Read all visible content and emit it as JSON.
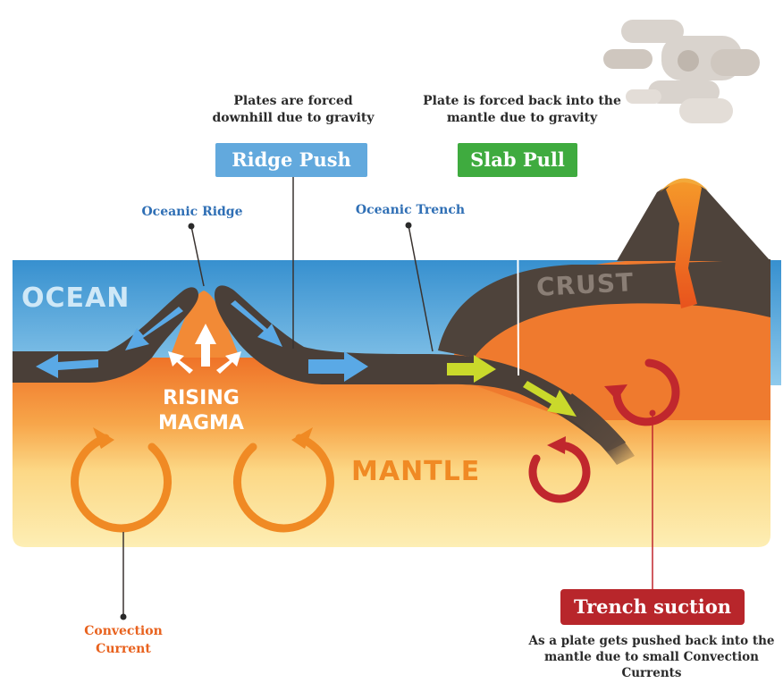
{
  "labels": {
    "plates_forced_downhill": "Plates are forced downhill due to gravity",
    "plate_forced_back": "Plate is forced back into the mantle due to gravity",
    "ridge_push": "Ridge Push",
    "slab_pull": "Slab Pull",
    "oceanic_ridge": "Oceanic Ridge",
    "oceanic_trench": "Oceanic Trench",
    "ocean": "OCEAN",
    "crust": "CRUST",
    "rising_magma_line1": "RISING",
    "rising_magma_line2": "MAGMA",
    "mantle": "MANTLE",
    "convection_current_line1": "Convection",
    "convection_current_line2": "Current",
    "trench_suction": "Trench suction",
    "trench_suction_desc": "As a plate gets pushed back into the mantle due to small Convection Currents"
  },
  "colors": {
    "ocean": "#3d9bd4",
    "plate": "#4a3f38",
    "mantle_top": "#f07a2c",
    "mantle_bottom": "#fde9a0",
    "ridge_push_badge": "#62a9dd",
    "slab_pull_badge": "#3fab3f",
    "trench_suction_badge": "#b8262b",
    "convection_arrow": "#f08a24",
    "suction_arrow": "#c0272d",
    "slab_arrow": "#c8d92a",
    "lava": "#f26a21"
  },
  "icons": [
    "smoke-cloud-icon",
    "volcano-icon",
    "convection-arrow-icon",
    "trench-suction-arrow-icon",
    "plate-motion-arrow-icon",
    "rising-magma-arrow-icon"
  ]
}
